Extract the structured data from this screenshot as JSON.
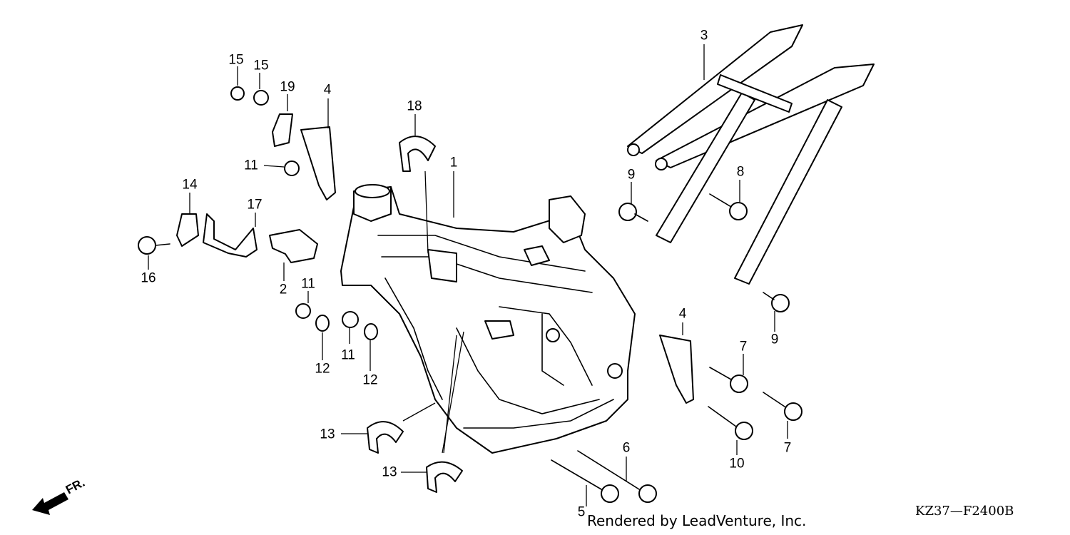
{
  "callouts": {
    "c15a": "15",
    "c15b": "15",
    "c19": "19",
    "c4a": "4",
    "c18": "18",
    "c1": "1",
    "c3": "3",
    "c11a": "11",
    "c14": "14",
    "c17": "17",
    "c16": "16",
    "c2": "2",
    "c11b": "11",
    "c12a": "12",
    "c11c": "11",
    "c12b": "12",
    "c9a": "9",
    "c8": "8",
    "c9b": "9",
    "c4b": "4",
    "c7a": "7",
    "c7b": "7",
    "c10": "10",
    "c6": "6",
    "c5": "5",
    "c13a": "13",
    "c13b": "13"
  },
  "footer": {
    "credit": "Rendered by LeadVenture, Inc.",
    "diagram_code": "KZ37—F2400B",
    "direction": "FR."
  }
}
